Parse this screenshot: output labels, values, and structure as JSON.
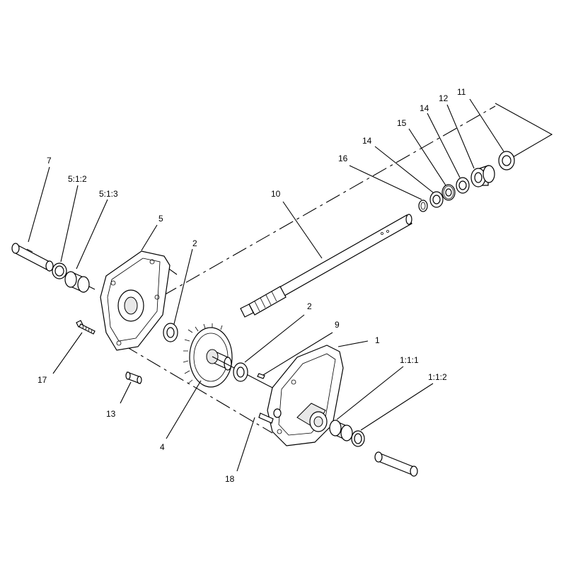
{
  "callouts": {
    "c7": "7",
    "c5_1_2": "5:1:2",
    "c5_1_3": "5:1:3",
    "c5": "5",
    "c2a": "2",
    "c10": "10",
    "c16": "16",
    "c14a": "14",
    "c15": "15",
    "c14b": "14",
    "c12": "12",
    "c11": "11",
    "c2b": "2",
    "c9": "9",
    "c1": "1",
    "c1_1_1": "1:1:1",
    "c1_1_2": "1:1:2",
    "c17": "17",
    "c13": "13",
    "c4": "4",
    "c18": "18"
  },
  "colors": {
    "line": "#000000",
    "background": "#ffffff"
  }
}
